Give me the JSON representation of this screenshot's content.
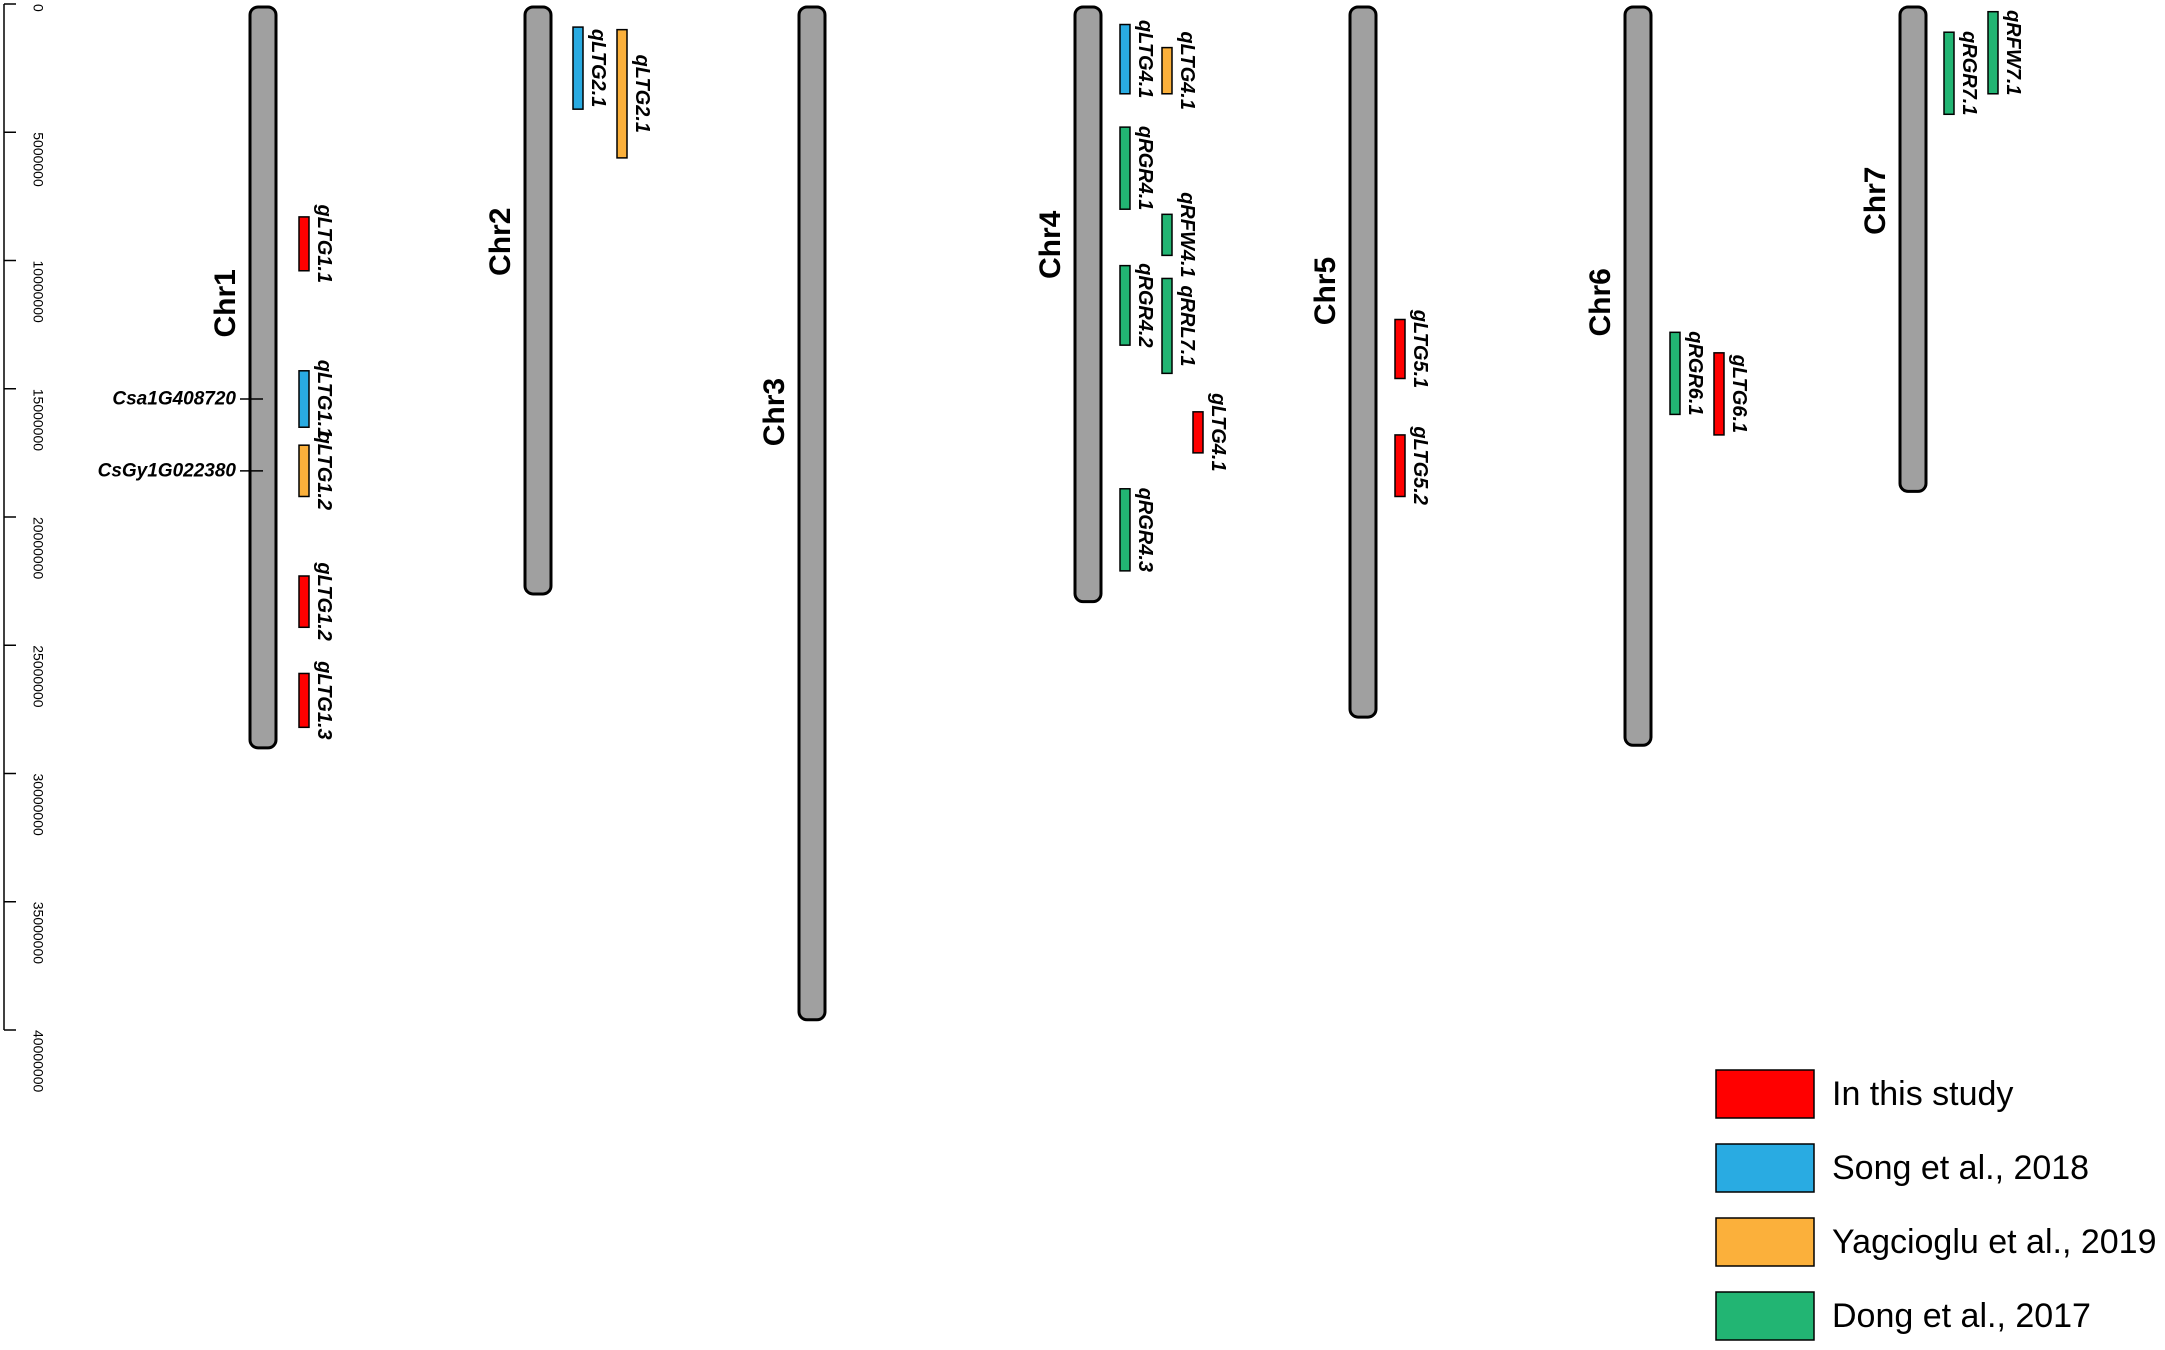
{
  "axis": {
    "ticks": [
      0,
      5000000,
      10000000,
      15000000,
      20000000,
      25000000,
      30000000,
      35000000,
      40000000
    ],
    "max": 40000000
  },
  "colors": {
    "chromosome": "#a0a0a0",
    "In this study": "#ff0000",
    "Song et al., 2018": "#29abe2",
    "Yagcioglu et al., 2019": "#fbb03b",
    "Dong et al., 2017": "#22b573"
  },
  "chromosomes": [
    {
      "name": "Chr1",
      "length": 29000000
    },
    {
      "name": "Chr2",
      "length": 23000000
    },
    {
      "name": "Chr3",
      "length": 39600000
    },
    {
      "name": "Chr4",
      "length": 23300000
    },
    {
      "name": "Chr5",
      "length": 27800000
    },
    {
      "name": "Chr6",
      "length": 28900000
    },
    {
      "name": "Chr7",
      "length": 19000000
    }
  ],
  "qtls": [
    {
      "chr": "Chr1",
      "label": "gLTG1.1",
      "start": 8300000,
      "end": 10400000,
      "source": "In this study",
      "lane": 0
    },
    {
      "chr": "Chr1",
      "label": "qLTG1.1",
      "start": 14300000,
      "end": 16500000,
      "source": "Song et al., 2018",
      "lane": 0
    },
    {
      "chr": "Chr1",
      "label": "qLTG1.2",
      "start": 17200000,
      "end": 19200000,
      "source": "Yagcioglu et al., 2019",
      "lane": 0
    },
    {
      "chr": "Chr1",
      "label": "gLTG1.2",
      "start": 22300000,
      "end": 24300000,
      "source": "In this study",
      "lane": 0
    },
    {
      "chr": "Chr1",
      "label": "gLTG1.3",
      "start": 26100000,
      "end": 28200000,
      "source": "In this study",
      "lane": 0
    },
    {
      "chr": "Chr2",
      "label": "qLTG2.1",
      "start": 900000,
      "end": 4100000,
      "source": "Song et al., 2018",
      "lane": 0
    },
    {
      "chr": "Chr2",
      "label": "qLTG2.1",
      "start": 1000000,
      "end": 6000000,
      "source": "Yagcioglu et al., 2019",
      "lane": 1
    },
    {
      "chr": "Chr4",
      "label": "qLTG4.1",
      "start": 800000,
      "end": 3500000,
      "source": "Song et al., 2018",
      "lane": 0
    },
    {
      "chr": "Chr4",
      "label": "qLTG4.1",
      "start": 1700000,
      "end": 3500000,
      "source": "Yagcioglu et al., 2019",
      "lane": 1
    },
    {
      "chr": "Chr4",
      "label": "qRGR4.1",
      "start": 4800000,
      "end": 8000000,
      "source": "Dong et al., 2017",
      "lane": 0
    },
    {
      "chr": "Chr4",
      "label": "qRFW4.1",
      "start": 8200000,
      "end": 9800000,
      "source": "Dong et al., 2017",
      "lane": 1
    },
    {
      "chr": "Chr4",
      "label": "qRGR4.2",
      "start": 10200000,
      "end": 13300000,
      "source": "Dong et al., 2017",
      "lane": 0
    },
    {
      "chr": "Chr4",
      "label": "qRRL7.1",
      "start": 10700000,
      "end": 14400000,
      "source": "Dong et al., 2017",
      "lane": 1
    },
    {
      "chr": "Chr4",
      "label": "gLTG4.1",
      "start": 15900000,
      "end": 17500000,
      "source": "In this study",
      "lane": 2
    },
    {
      "chr": "Chr4",
      "label": "qRGR4.3",
      "start": 18900000,
      "end": 22100000,
      "source": "Dong et al., 2017",
      "lane": 0
    },
    {
      "chr": "Chr5",
      "label": "gLTG5.1",
      "start": 12300000,
      "end": 14600000,
      "source": "In this study",
      "lane": 0
    },
    {
      "chr": "Chr5",
      "label": "gLTG5.2",
      "start": 16800000,
      "end": 19200000,
      "source": "In this study",
      "lane": 0
    },
    {
      "chr": "Chr6",
      "label": "qRGR6.1",
      "start": 12800000,
      "end": 16000000,
      "source": "Dong et al., 2017",
      "lane": 0
    },
    {
      "chr": "Chr6",
      "label": "gLTG6.1",
      "start": 13600000,
      "end": 16800000,
      "source": "In this study",
      "lane": 1
    },
    {
      "chr": "Chr7",
      "label": "qRGR7.1",
      "start": 1100000,
      "end": 4300000,
      "source": "Dong et al., 2017",
      "lane": 0
    },
    {
      "chr": "Chr7",
      "label": "qRFW7.1",
      "start": 300000,
      "end": 3500000,
      "source": "Dong et al., 2017",
      "lane": 1
    }
  ],
  "genes": [
    {
      "chr": "Chr1",
      "label": "Csa1G408720",
      "pos": 15400000
    },
    {
      "chr": "Chr1",
      "label": "CsGy1G022380",
      "pos": 18200000
    }
  ],
  "legend": [
    {
      "label": "In this study",
      "color": "#ff0000"
    },
    {
      "label": "Song  et al., 2018",
      "color": "#29abe2"
    },
    {
      "label": "Yagcioglu et al., 2019",
      "color": "#fbb03b"
    },
    {
      "label": "Dong  et al., 2017",
      "color": "#22b573"
    }
  ]
}
